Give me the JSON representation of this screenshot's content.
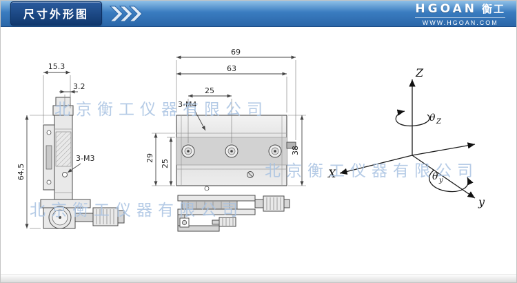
{
  "colors": {
    "header_blue": "#3a7cc0",
    "title_navy": "#10386e",
    "watermark_blue": "#a9c3e2",
    "drawing_line": "#444444"
  },
  "header": {
    "title": "尺寸外形图",
    "brand": "HGOAN",
    "brand_cn": "衡工",
    "website": "WWW.HGOAN.COM"
  },
  "watermark": "北京衡工仪器有限公司",
  "side_view": {
    "dim_width_top": "15.3",
    "dim_offset": "3.2",
    "dim_height": "64.5",
    "label_holes": "3-M3"
  },
  "top_view": {
    "dim_overall_width": "69",
    "dim_body_width": "63",
    "dim_hole_spacing": "25",
    "label_holes": "3-M4",
    "dim_left_outer": "29",
    "dim_left_inner": "25",
    "dim_right_depth": "38"
  },
  "axes": {
    "z_label": "Z",
    "x_label": "X",
    "y_label": "y",
    "theta_symbol": "θ",
    "theta_z_sub": "Z",
    "theta_y_sub": "y"
  }
}
